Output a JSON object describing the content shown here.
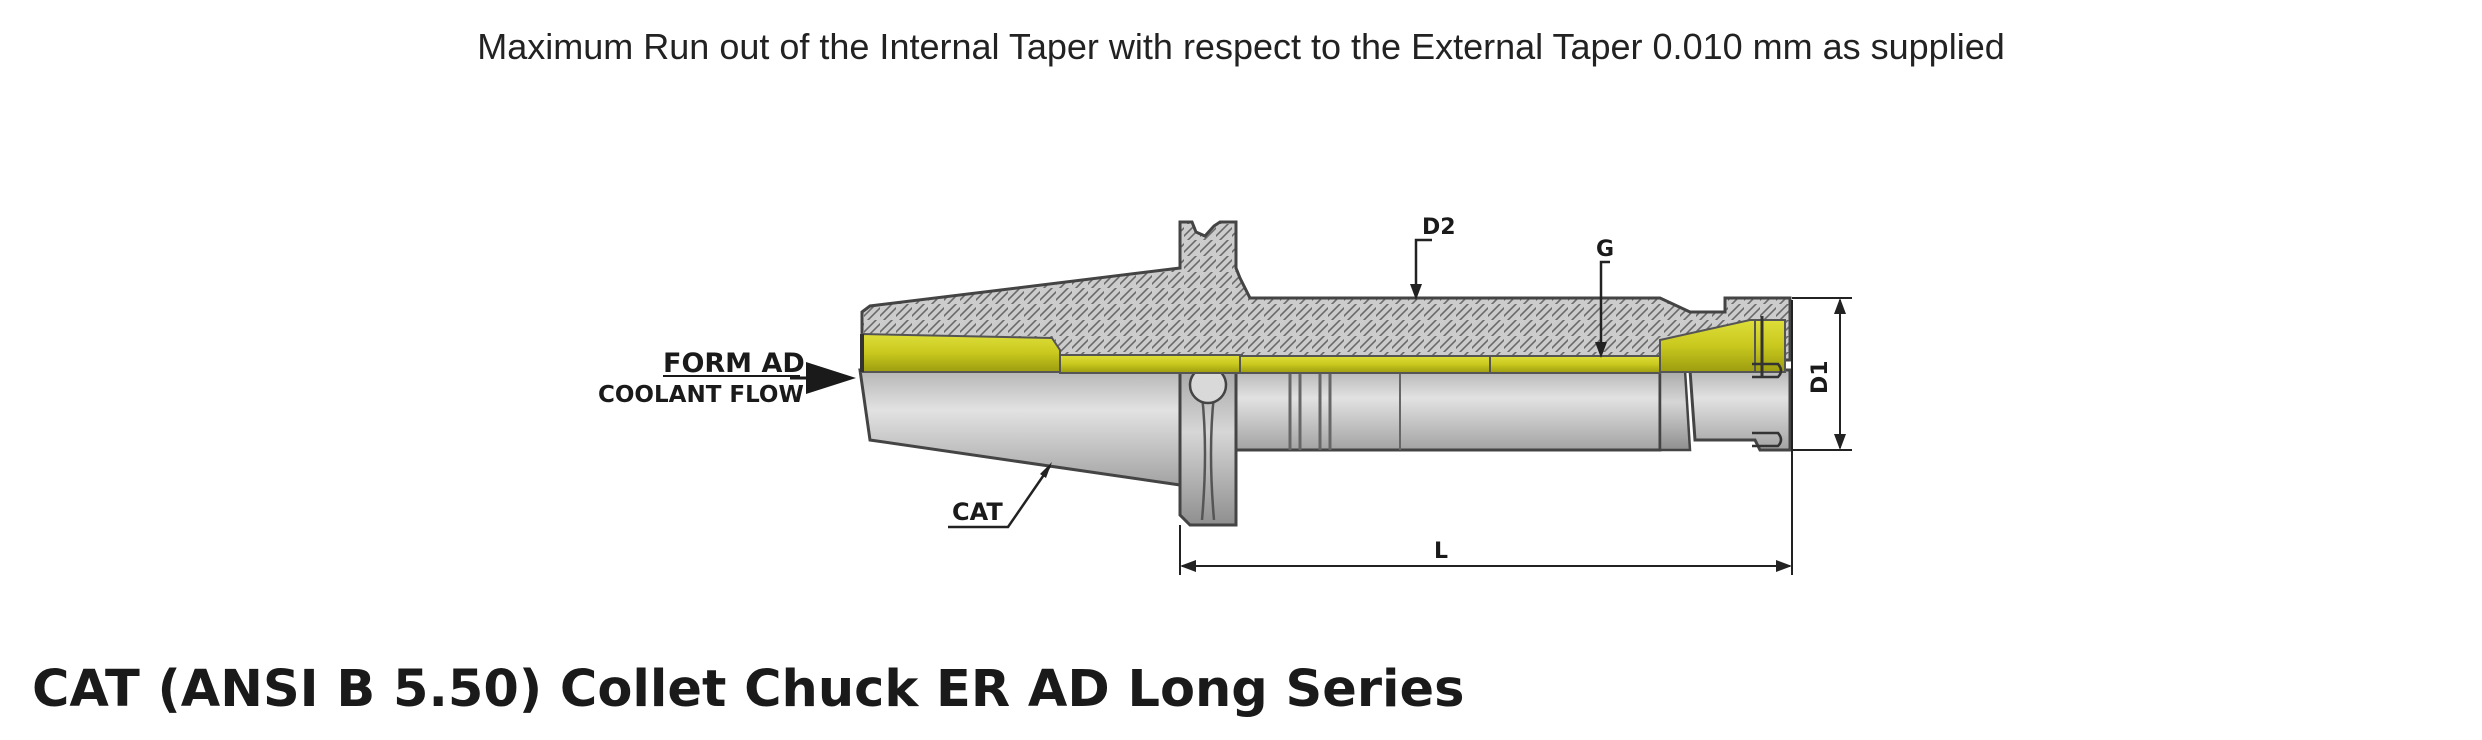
{
  "note": "Maximum Run out of the Internal Taper with respect to the External Taper 0.010 mm as supplied",
  "title": "CAT (ANSI B 5.50) Collet Chuck ER AD Long Series",
  "labels": {
    "form": "FORM AD",
    "coolant": "COOLANT FLOW",
    "cat": "CAT",
    "d2": "D2",
    "g": "G",
    "d1": "D1",
    "l": "L"
  },
  "colors": {
    "body": "#cfcfcf",
    "bore": "#c8c81e",
    "outline": "#444444",
    "text": "#1a1a1a"
  }
}
